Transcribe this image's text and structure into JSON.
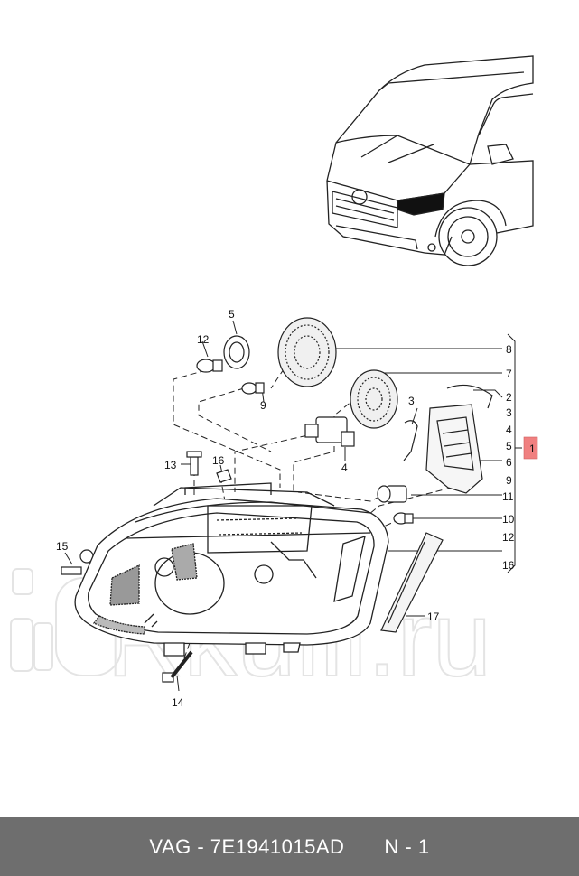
{
  "callouts": {
    "n1": "1",
    "n2": "2",
    "n3a": "3",
    "n3b": "3",
    "n4a": "4",
    "n4b": "4",
    "n5a": "5",
    "n5b": "5",
    "n6": "6",
    "n7": "7",
    "n8": "8",
    "n9a": "9",
    "n9b": "9",
    "n10": "10",
    "n11": "11",
    "n12a": "12",
    "n12b": "12",
    "n13": "13",
    "n14": "14",
    "n15": "15",
    "n16a": "16",
    "n16b": "16",
    "n17": "17"
  },
  "watermark": {
    "text": "Rkuili.ru"
  },
  "footer": {
    "part": "VAG - 7E1941015AD",
    "page": "N - 1"
  },
  "colors": {
    "footer_bg": "#6e6e6e",
    "highlight": "#f08080"
  }
}
